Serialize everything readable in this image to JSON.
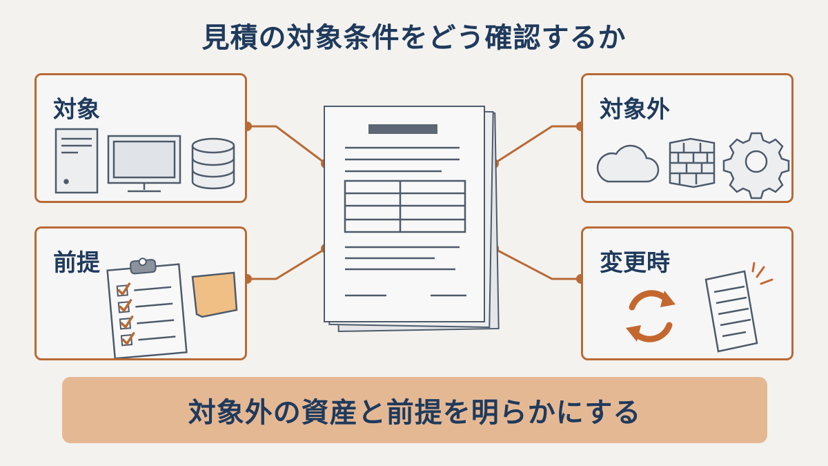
{
  "title": "見積の対象条件をどう確認するか",
  "cards": {
    "scope": {
      "label": "対象",
      "icons": [
        "server-tower-icon",
        "monitor-icon",
        "database-icon"
      ]
    },
    "out_of_scope": {
      "label": "対象外",
      "icons": [
        "cloud-icon",
        "firewall-icon",
        "gear-icon"
      ]
    },
    "premise": {
      "label": "前提",
      "icons": [
        "checklist-clipboard-icon",
        "sticky-note-icon"
      ]
    },
    "on_change": {
      "label": "変更時",
      "icons": [
        "refresh-cycle-icon",
        "updated-document-icon"
      ]
    }
  },
  "center": {
    "icon": "estimate-document-icon"
  },
  "banner": {
    "text": "対象外の資産と前提を明らかにする"
  },
  "colors": {
    "accent": "#b86a35",
    "navy": "#1f3a5c",
    "banner": "#e5b894",
    "background": "#f3f2ef"
  }
}
